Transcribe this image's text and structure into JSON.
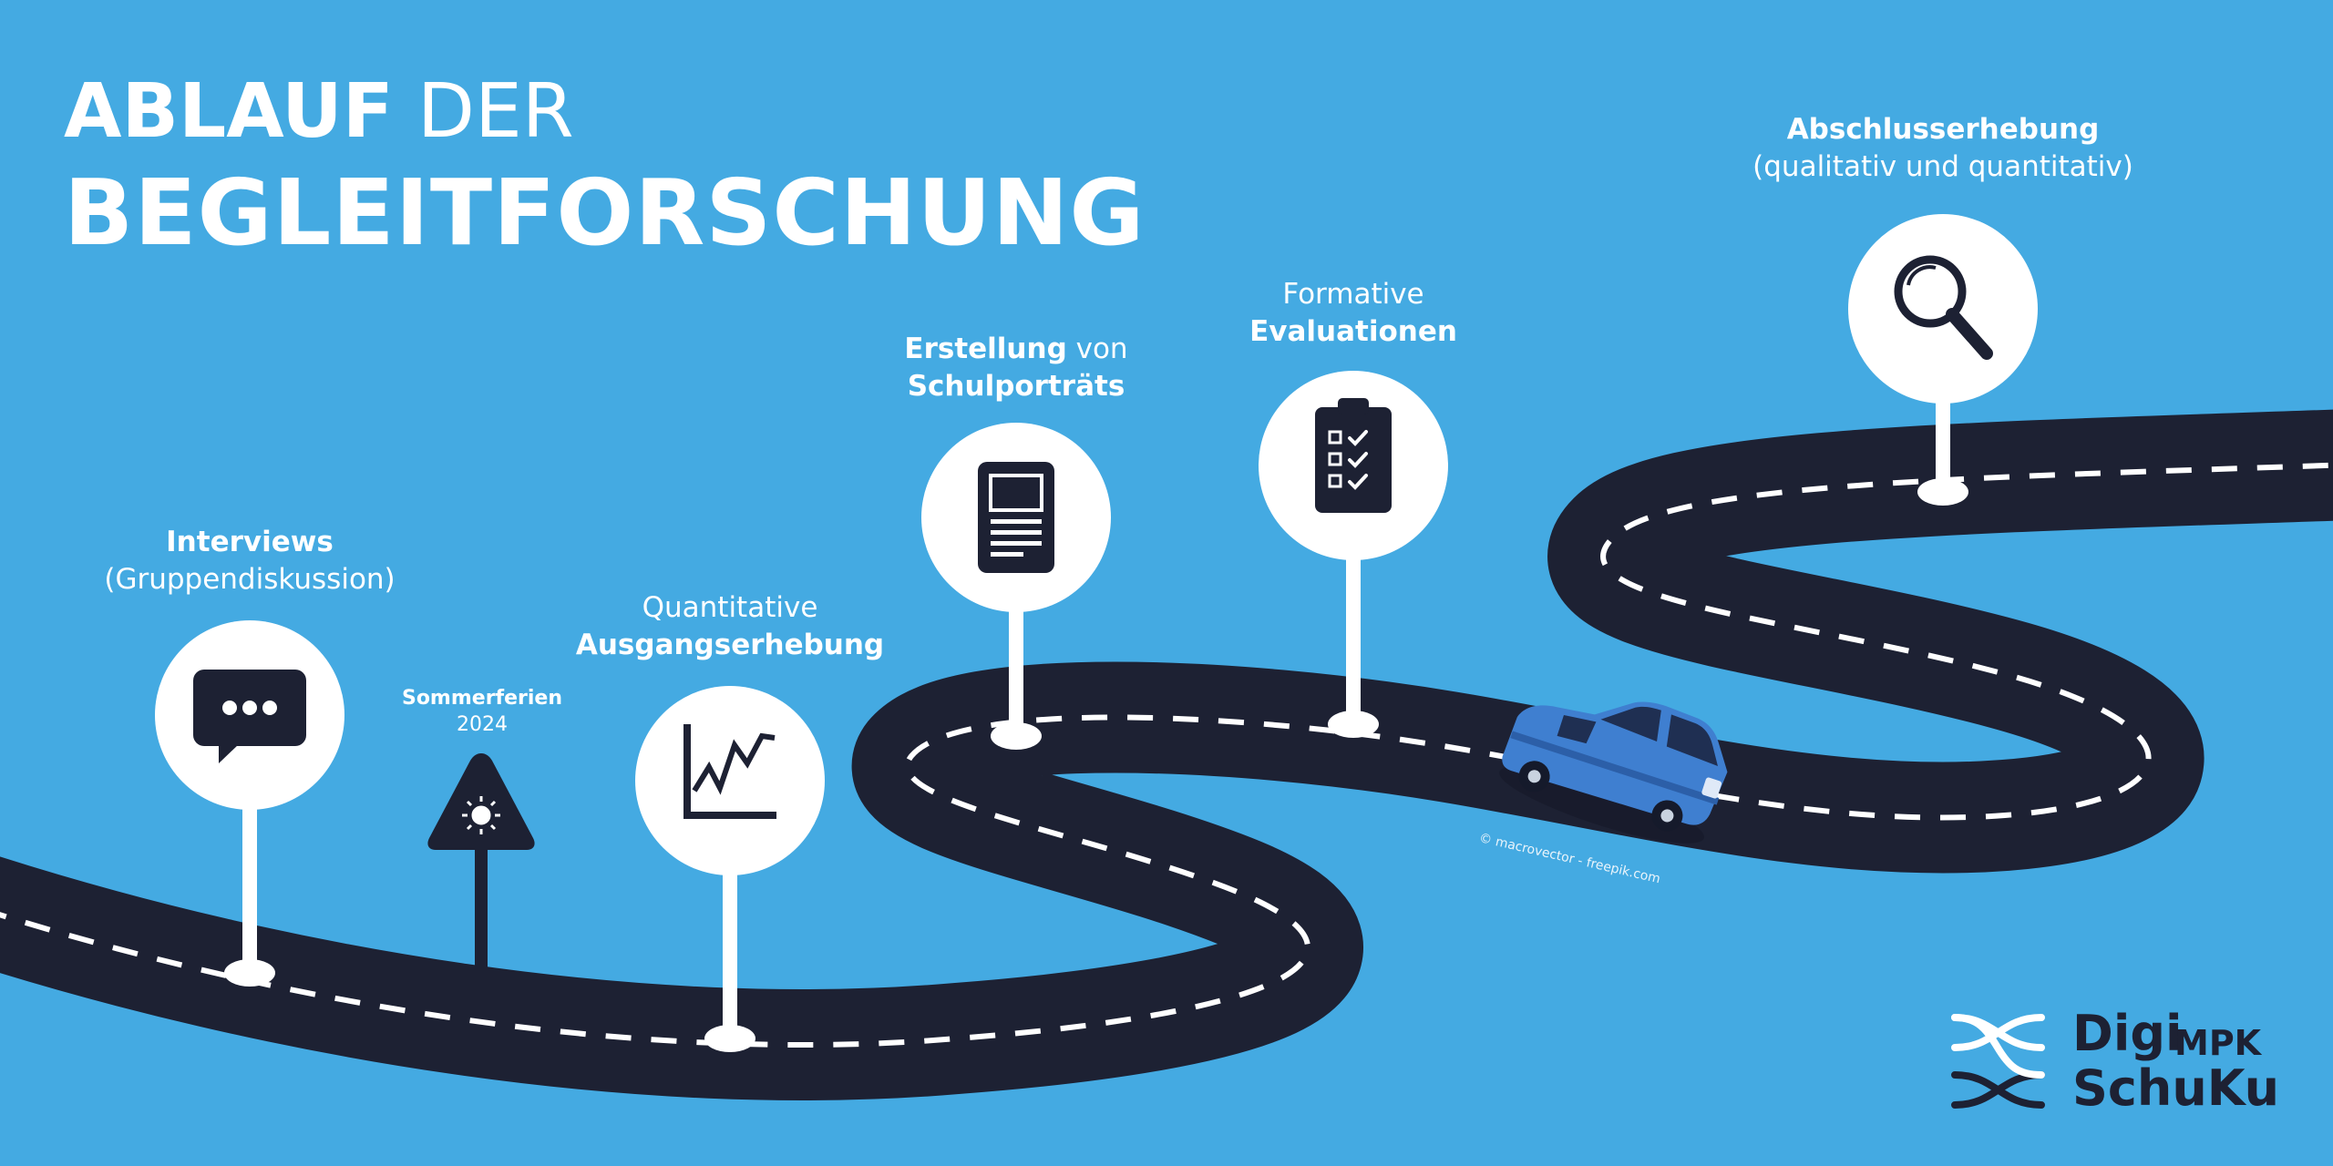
{
  "title": {
    "line1_bold": "ABLAUF",
    "line1_regular": "DER",
    "line2": "BEGLEITFORSCHUNG"
  },
  "colors": {
    "background": "#44aae2",
    "road": "#1d2133",
    "marker": "#ffffff",
    "icon": "#1d2133",
    "car": "#3f7fd0"
  },
  "milestones": [
    {
      "bold": "Interviews",
      "regular": "(Gruppendiskussion)",
      "icon": "speech-bubble-icon"
    },
    {
      "bold": "Sommerferien",
      "regular": "2024",
      "icon": "sun-warning-sign-icon"
    },
    {
      "regular": "Quantitative",
      "bold": "Ausgangserhebung",
      "icon": "line-chart-icon"
    },
    {
      "bold": "Erstellung",
      "regular": "von",
      "bold2": "Schulporträts",
      "icon": "document-icon"
    },
    {
      "regular": "Formative",
      "bold": "Evaluationen",
      "icon": "clipboard-checklist-icon"
    },
    {
      "bold": "Abschlusserhebung",
      "regular": "(qualitativ und quantitativ)",
      "icon": "magnifier-icon"
    }
  ],
  "credit": "© macrovector - freepik.com",
  "logo": {
    "top_word": "Digi",
    "top_suffix": "MPK",
    "bottom_word": "SchuKu"
  }
}
